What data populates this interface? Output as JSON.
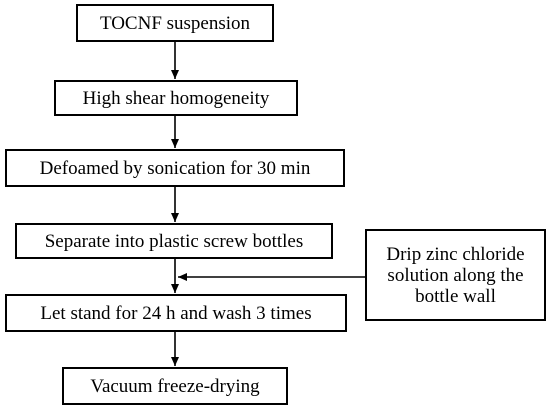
{
  "steps": [
    "TOCNF suspension",
    "High shear homogeneity",
    "Defoamed by sonication for 30 min",
    "Separate into plastic screw bottles",
    "Let stand for 24 h and wash 3 times",
    "Vacuum freeze-drying"
  ],
  "side_input": {
    "lines": [
      "Drip zinc chloride",
      "solution along the",
      "bottle wall"
    ]
  }
}
